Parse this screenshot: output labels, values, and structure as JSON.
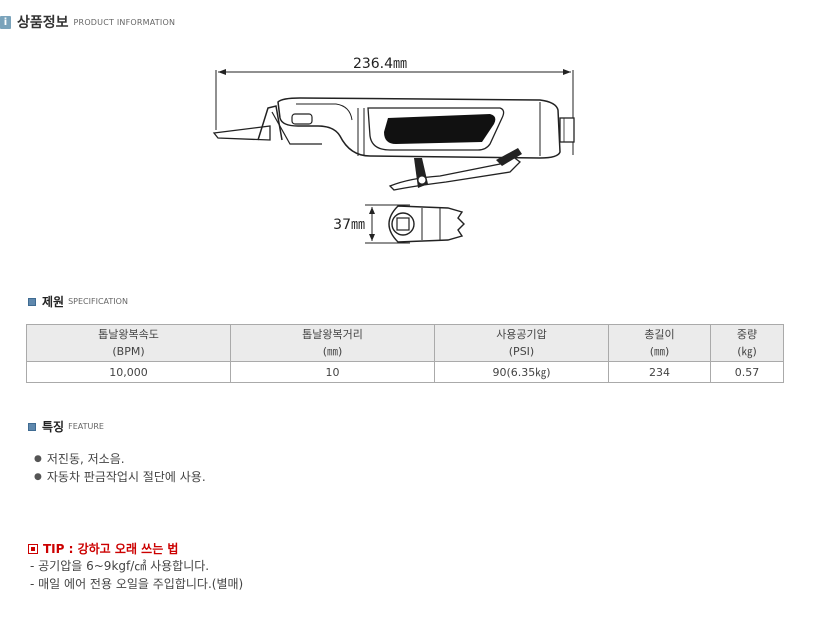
{
  "header": {
    "icon": "i",
    "title": "상품정보",
    "subtitle": "PRODUCT INFORMATION"
  },
  "drawing": {
    "length_label": "236.4㎜",
    "height_label": "37㎜"
  },
  "spec": {
    "title": "제원",
    "subtitle": "SPECIFICATION",
    "columns": [
      {
        "name": "톱날왕복속도",
        "unit": "(BPM)"
      },
      {
        "name": "톱날왕복거리",
        "unit": "(㎜)"
      },
      {
        "name": "사용공기압",
        "unit": "(PSI)"
      },
      {
        "name": "총길이",
        "unit": "(㎜)"
      },
      {
        "name": "중량",
        "unit": "(㎏)"
      }
    ],
    "values": [
      "10,000",
      "10",
      "90(6.35㎏)",
      "234",
      "0.57"
    ]
  },
  "feature": {
    "title": "특징",
    "subtitle": "FEATURE",
    "items": [
      "저진동, 저소음.",
      "자동차 판금작업시 절단에 사용."
    ]
  },
  "tip": {
    "title": "TIP : 강하고 오래 쓰는 법",
    "lines": [
      "- 공기압을 6~9kgf/㎠ 사용합니다.",
      "- 매일 에어 전용 오일을 주입합니다.(별매)"
    ]
  }
}
